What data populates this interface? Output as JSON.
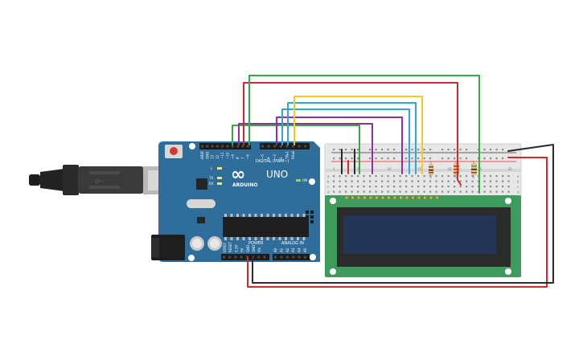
{
  "board": {
    "brand": "ARDUINO",
    "model": "UNO",
    "logo_glyph": "∞",
    "digital_header": "DIGITAL (PWM~)",
    "power_header": "POWER",
    "analog_header": "ANALOG IN",
    "on_label": "ON",
    "led_l": "L",
    "led_tx": "TX",
    "led_rx": "RX",
    "digital_pins": [
      "AREF",
      "GND",
      "13",
      "12",
      "~11",
      "~10",
      "~9",
      "8",
      "7",
      "~6",
      "~5",
      "4",
      "~3",
      "2",
      "TX▸1",
      "RX◂0"
    ],
    "power_pins": [
      "IOREF",
      "RESET",
      "3.3V",
      "5V",
      "GND",
      "GND",
      "Vin"
    ],
    "analog_pins": [
      "A0",
      "A1",
      "A2",
      "A3",
      "A4",
      "A5"
    ]
  },
  "breadboard": {
    "row_letters": [
      "a",
      "b",
      "c",
      "d",
      "e"
    ],
    "col_numbers": [
      "1",
      "5",
      "10",
      "15",
      "20",
      "25",
      "30"
    ]
  },
  "colors": {
    "board": "#2f6d9b",
    "wire_red": "#d22a2a",
    "wire_green": "#3aa845",
    "wire_yellow": "#f2cb1d",
    "wire_cyan": "#2ea8d6",
    "wire_purple": "#8d2fa8",
    "wire_black": "#2b2b2b",
    "lcd_pcb": "#3f9b5b",
    "lcd_screen": "#243556"
  }
}
